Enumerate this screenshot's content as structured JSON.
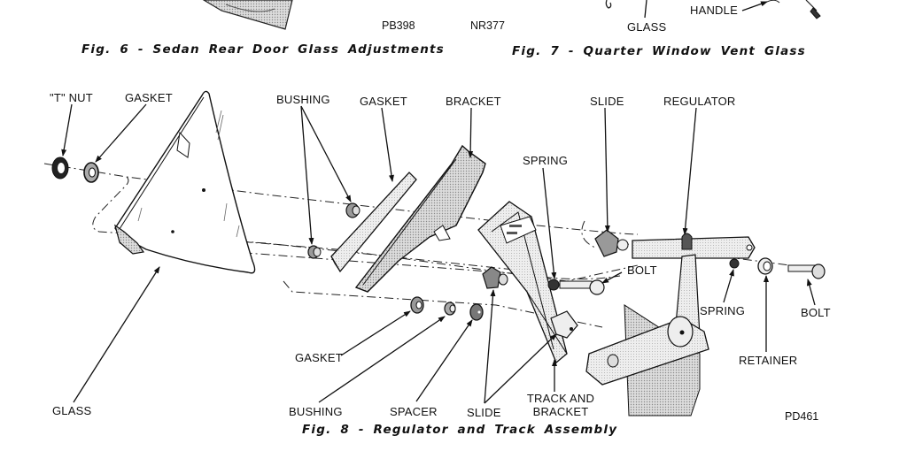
{
  "figures": {
    "fig6": {
      "code": "PB398",
      "caption": "Fig. 6 - Sedan Rear Door Glass Adjustments"
    },
    "fig7": {
      "code": "NR377",
      "caption": "Fig. 7 - Quarter Window Vent Glass",
      "labels": {
        "glass": "GLASS",
        "handle": "HANDLE"
      }
    },
    "fig8": {
      "code": "PD461",
      "caption": "Fig. 8 - Regulator and Track Assembly",
      "labels": {
        "t_nut": "\"T\" NUT",
        "gasket_top": "GASKET",
        "bushing_top": "BUSHING",
        "gasket_mid": "GASKET",
        "bracket": "BRACKET",
        "spring_top": "SPRING",
        "slide_top": "SLIDE",
        "regulator": "REGULATOR",
        "bolt_left": "BOLT",
        "spring_right": "SPRING",
        "bolt_right": "BOLT",
        "retainer": "RETAINER",
        "gasket_bottom": "GASKET",
        "glass": "GLASS",
        "bushing_bottom": "BUSHING",
        "spacer": "SPACER",
        "slide_bottom": "SLIDE",
        "track_and_bracket_line1": "TRACK AND",
        "track_and_bracket_line2": "BRACKET"
      }
    }
  }
}
